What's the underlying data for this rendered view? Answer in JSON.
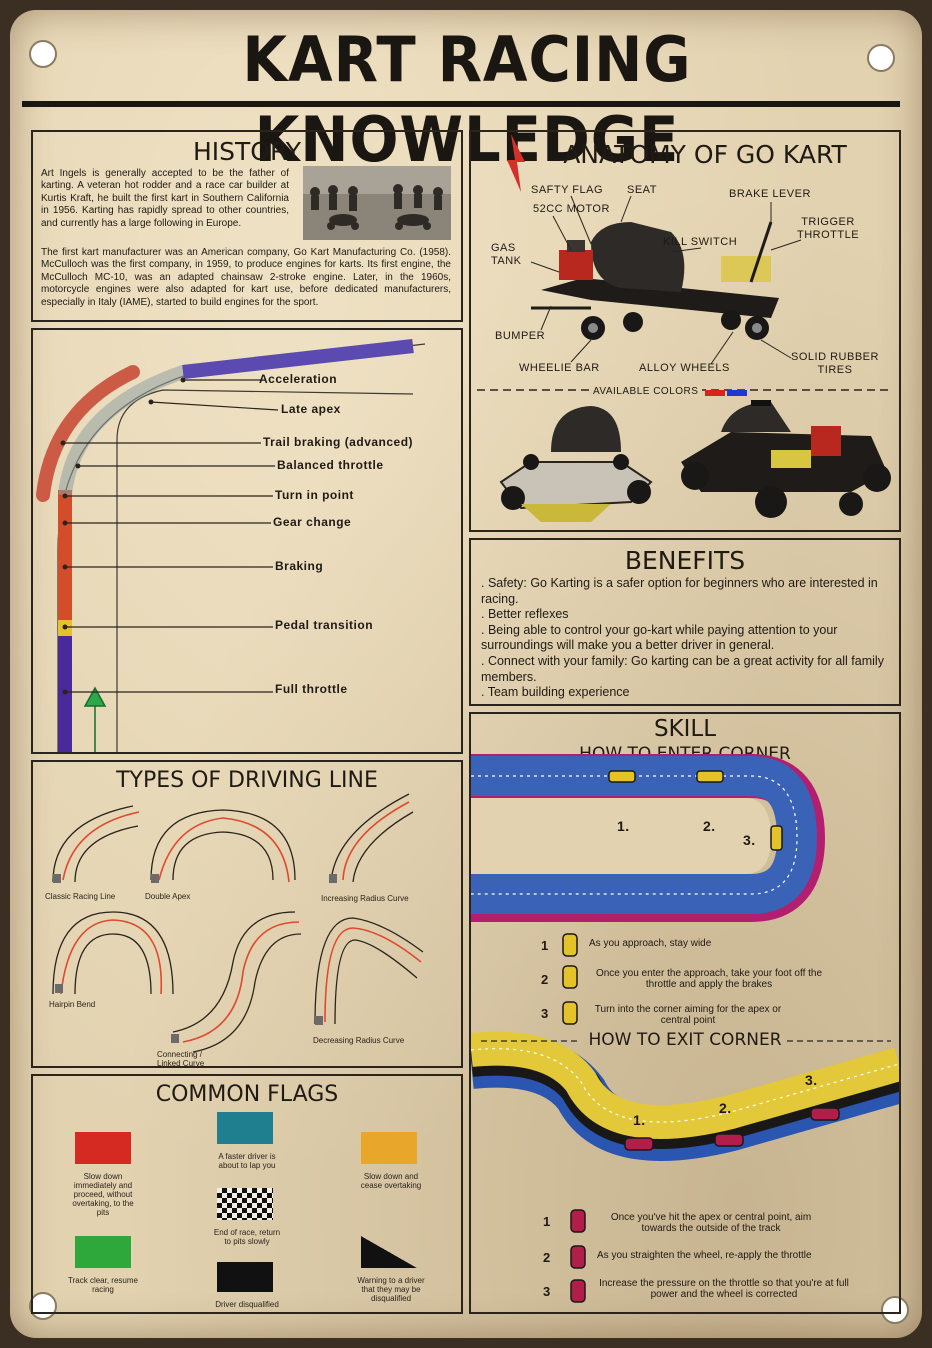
{
  "title": "KART RACING KNOWLEDGE",
  "history": {
    "heading": "HISTORY",
    "para1": "Art Ingels is generally accepted to be the father of karting. A veteran hot rodder and a race car builder at Kurtis Kraft, he built the first kart in Southern California in 1956. Karting has rapidly spread to other countries, and currently has a large following in Europe.",
    "para2": "The first kart manufacturer was an American company, Go Kart Manufacturing Co. (1958). McCulloch was the first company, in 1959, to produce engines for karts. Its first engine, the McCulloch MC-10, was an adapted chainsaw 2-stroke engine. Later, in the 1960s, motorcycle engines were also adapted for kart use, before dedicated manufacturers, especially in Italy (IAME), started to build engines for the sport."
  },
  "anatomy": {
    "heading": "ANATOMY OF GO KART",
    "labels": {
      "safety_flag": "SAFTY FLAG",
      "seat": "SEAT",
      "brake_lever": "BRAKE LEVER",
      "motor": "52CC MOTOR",
      "trigger": "TRIGGER THROTTLE",
      "kill_switch": "KILL SWITCH",
      "gas_tank": "GAS TANK",
      "bumper": "BUMPER",
      "wheelie_bar": "WHEELIE BAR",
      "alloy_wheels": "ALLOY WHEELS",
      "tires": "SOLID RUBBER TIRES"
    },
    "available_colors": "AVAILABLE COLORS",
    "colors": [
      "#d8221c",
      "#1c3ad0",
      "#111111"
    ]
  },
  "racing_line": {
    "labels": [
      "Acceleration",
      "Late apex",
      "Trail braking (advanced)",
      "Balanced throttle",
      "Turn in point",
      "Gear change",
      "Braking",
      "Pedal transition",
      "Full throttle"
    ]
  },
  "benefits": {
    "heading": "BENEFITS",
    "items": [
      ". Safety: Go Karting is a safer option for beginners who are interested in racing.",
      ". Better reflexes",
      ". Being able to control your go-kart while paying attention to your surroundings will make you a better driver in general.",
      ". Connect with your family: Go karting can be a great activity for all family members.",
      ". Team building experience"
    ]
  },
  "driving_line": {
    "heading": "TYPES OF DRIVING LINE",
    "captions": [
      "Classic Racing Line",
      "Double Apex",
      "Increasing Radius Curve",
      "Hairpin Bend",
      "Connecting / Linked Curve",
      "Decreasing Radius Curve"
    ]
  },
  "skill": {
    "heading": "SKILL",
    "enter_heading": "HOW TO ENTER CORNER",
    "enter_markers": [
      "1.",
      "2.",
      "3."
    ],
    "enter_steps": [
      {
        "num": "1",
        "text": "As you approach, stay wide"
      },
      {
        "num": "2",
        "text": "Once you enter the approach, take your foot off the throttle and apply the brakes"
      },
      {
        "num": "3",
        "text": "Turn into the corner aiming for the apex or central point"
      }
    ],
    "exit_heading": "HOW TO EXIT CORNER",
    "exit_markers": [
      "1.",
      "2.",
      "3."
    ],
    "exit_steps": [
      {
        "num": "1",
        "text": "Once you've hit the apex or central point, aim towards the outside of the track"
      },
      {
        "num": "2",
        "text": "As you straighten the wheel, re-apply the throttle"
      },
      {
        "num": "3",
        "text": "Increase the pressure on the throttle so that you're at full power and the wheel is corrected"
      }
    ]
  },
  "flags": {
    "heading": "COMMON FLAGS",
    "items": [
      {
        "color": "#d52a22",
        "caption": "Slow down immediately and proceed, without overtaking, to the pits"
      },
      {
        "color": "#1f7f8f",
        "caption": "A faster driver is about to lap you"
      },
      {
        "color": "#e8a72a",
        "caption": "Slow down and cease overtaking"
      },
      {
        "color": "#2ea83a",
        "caption": "Track clear, resume racing"
      },
      {
        "color": "checkered",
        "caption": "End of race, return to pits slowly"
      },
      {
        "color": "diagonal",
        "caption": "Warning to a driver that they may be disqualified"
      },
      {
        "color": "#111111",
        "caption": "Driver disqualified"
      }
    ]
  }
}
